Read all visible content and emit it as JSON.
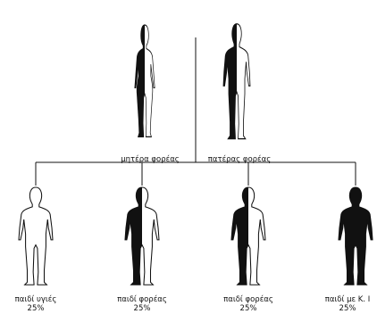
{
  "parents": [
    {
      "id": "mother",
      "label": "μητέρα φορέας",
      "fill": "half",
      "build": "female"
    },
    {
      "id": "father",
      "label": "πατέρας φορέας",
      "fill": "half",
      "build": "male"
    }
  ],
  "children": [
    {
      "id": "child-healthy",
      "label": "παιδί υγιές",
      "percent": "25%",
      "fill": "none"
    },
    {
      "id": "child-carrier-1",
      "label": "παιδί φορέας",
      "percent": "25%",
      "fill": "half"
    },
    {
      "id": "child-carrier-2",
      "label": "παιδί φορέας",
      "percent": "25%",
      "fill": "half"
    },
    {
      "id": "child-affected",
      "label": "παιδί με Κ. Ι",
      "percent": "25%",
      "fill": "full"
    }
  ],
  "colors": {
    "ink": "#111111",
    "paper": "#ffffff"
  }
}
